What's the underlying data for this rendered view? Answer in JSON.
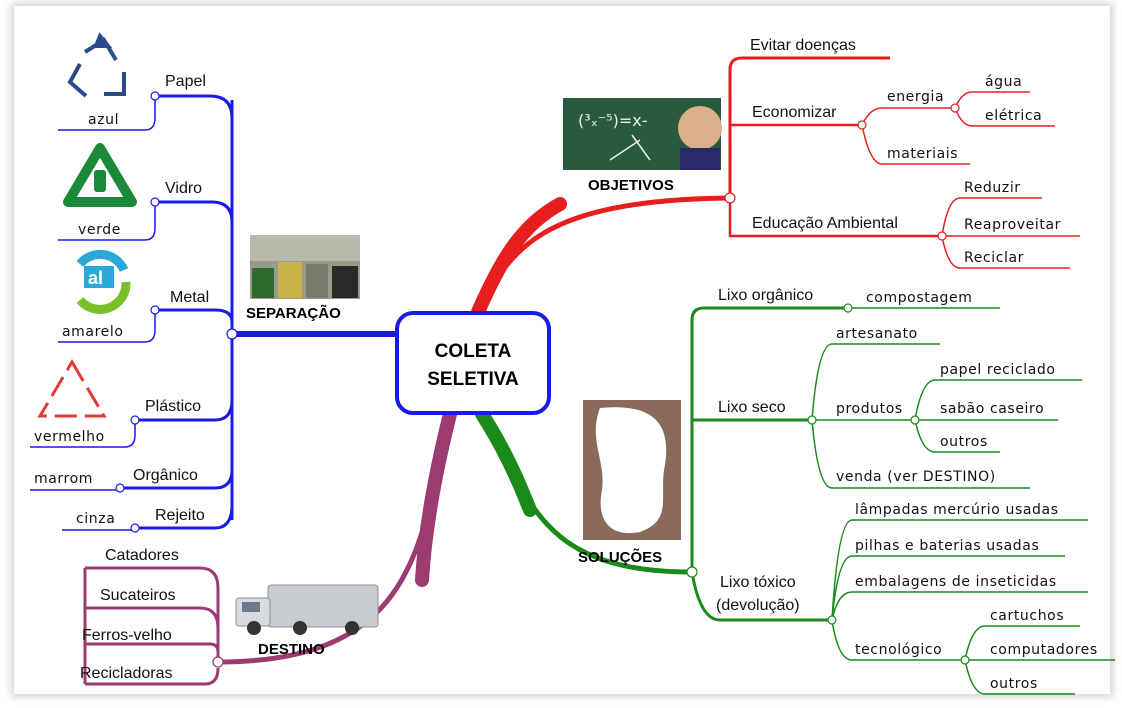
{
  "center": {
    "line1": "COLETA",
    "line2": "SELETIVA"
  },
  "colors": {
    "separacao": "#1a1ae6",
    "objetivos": "#e61e1e",
    "solucoes": "#1a8a1a",
    "destino": "#9c3a72"
  },
  "separacao": {
    "title": "SEPARAÇÃO",
    "items": [
      {
        "label": "Papel",
        "color": "azul"
      },
      {
        "label": "Vidro",
        "color": "verde"
      },
      {
        "label": "Metal",
        "color": "amarelo"
      },
      {
        "label": "Plástico",
        "color": "vermelho"
      },
      {
        "label": "Orgânico",
        "color": "marrom"
      },
      {
        "label": "Rejeito",
        "color": "cinza"
      }
    ],
    "metal_icon_text": "al"
  },
  "destino": {
    "title": "DESTINO",
    "items": [
      "Catadores",
      "Sucateiros",
      "Ferros-velho",
      "Recicladoras"
    ]
  },
  "objetivos": {
    "title": "OBJETIVOS",
    "board_text": "(³ₓ⁻⁵)=x-",
    "evitar": "Evitar doenças",
    "economizar": "Economizar",
    "energia": "energia",
    "agua": "água",
    "eletrica": "elétrica",
    "materiais": "materiais",
    "educacao": "Educação Ambiental",
    "reduzir": "Reduzir",
    "reaproveitar": "Reaproveitar",
    "reciclar": "Reciclar"
  },
  "solucoes": {
    "title": "SOLUÇÕES",
    "organico": "Lixo orgânico",
    "compostagem": "compostagem",
    "seco": "Lixo seco",
    "artesanato": "artesanato",
    "produtos": "produtos",
    "papel_reciclado": "papel reciclado",
    "sabao": "sabão caseiro",
    "outros1": "outros",
    "venda": "venda (ver DESTINO)",
    "toxico1": "Lixo tóxico",
    "toxico2": "(devolução)",
    "lampadas": "lâmpadas mercúrio usadas",
    "pilhas": "pilhas e baterias usadas",
    "embalagens": "embalagens de inseticidas",
    "tecnologico": "tecnológico",
    "cartuchos": "cartuchos",
    "computadores": "computadores",
    "outros2": "outros"
  }
}
